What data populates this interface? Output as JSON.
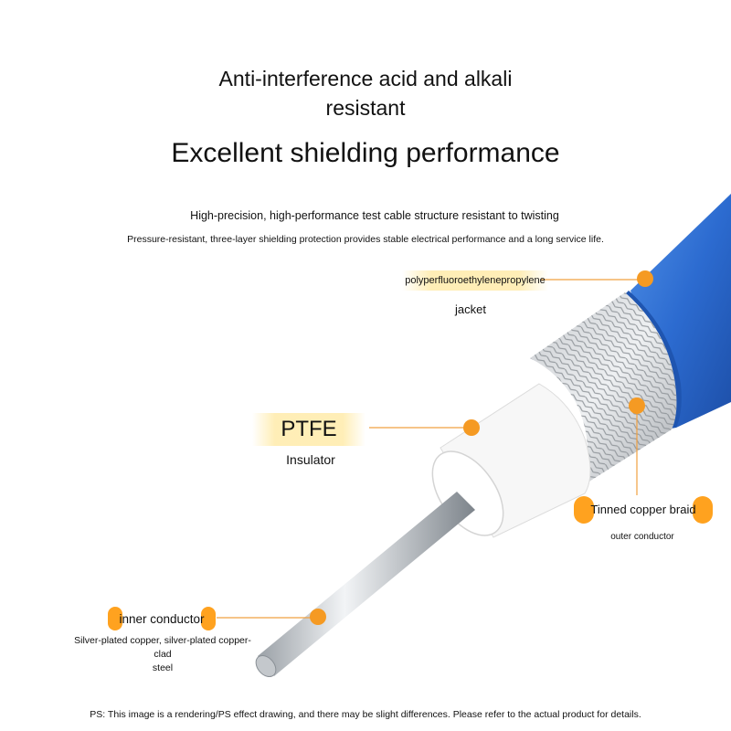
{
  "headline": {
    "line1a": "Anti-interference acid and alkali",
    "line1b": "resistant",
    "line2": "Excellent shielding performance"
  },
  "subtitle": {
    "line1": "High-precision, high-performance test cable structure resistant to twisting",
    "line2": "Pressure-resistant, three-layer shielding protection provides stable electrical performance and a long service life."
  },
  "labels": {
    "jacket": {
      "material": "polyperfluoroethylenepropylene",
      "name": "jacket"
    },
    "insulator": {
      "material": "PTFE",
      "name": "Insulator"
    },
    "braid": {
      "material": "Tinned copper braid",
      "name": "outer conductor"
    },
    "inner": {
      "material": "inner conductor",
      "name_line1": "Silver-plated copper, silver-plated copper-clad",
      "name_line2": "steel"
    }
  },
  "footer": "PS: This image is a rendering/PS effect drawing, and there may be slight differences. Please refer to the actual product for details.",
  "colors": {
    "accent_orange": "#f59a23",
    "jacket_blue": "#2f6fd0",
    "leader_line": "#f0a040"
  },
  "icons": [
    "coax-cable-illustration",
    "marker-dot"
  ]
}
